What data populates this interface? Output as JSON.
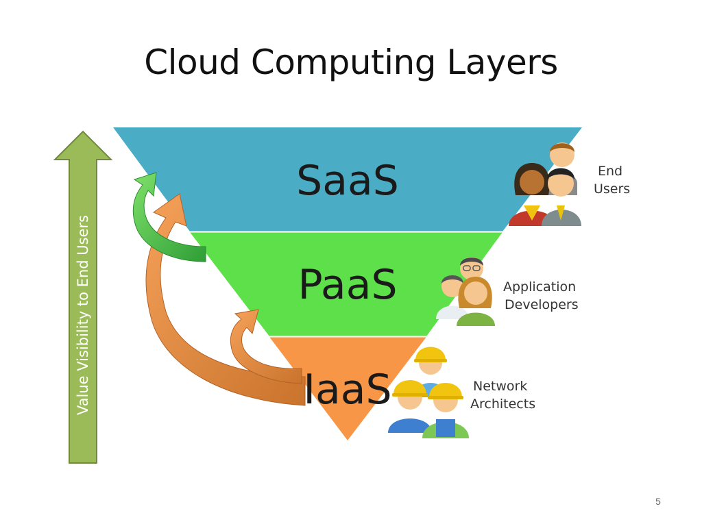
{
  "slide": {
    "title": "Cloud Computing Layers",
    "page_number": "5"
  },
  "axis": {
    "label": "Value Visibility to End Users",
    "color": "#9bbb59"
  },
  "layers": [
    {
      "name": "SaaS",
      "color": "#4bacc6",
      "role_lines": [
        "End",
        "Users"
      ]
    },
    {
      "name": "PaaS",
      "color": "#5ee04a",
      "role_lines": [
        "Application",
        "Developers"
      ]
    },
    {
      "name": "IaaS",
      "color": "#f79646",
      "role_lines": [
        "Network",
        "Architects"
      ]
    }
  ],
  "arrows": {
    "green_color": "#4cc94a",
    "orange_color": "#f08a3c"
  },
  "icons": [
    "end-users-group-icon",
    "developers-group-icon",
    "network-architects-group-icon"
  ]
}
